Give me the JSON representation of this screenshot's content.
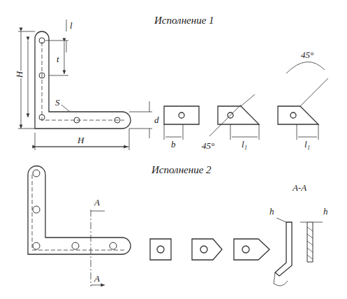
{
  "diagram": {
    "labels": [
      "Исполнение 1",
      "l",
      "t",
      "H",
      "S",
      "d",
      "H",
      "b",
      "45°",
      "l₁",
      "45°",
      "l₁",
      "Исполнение 2",
      "A",
      "A",
      "А-А",
      "h",
      "h"
    ]
  }
}
